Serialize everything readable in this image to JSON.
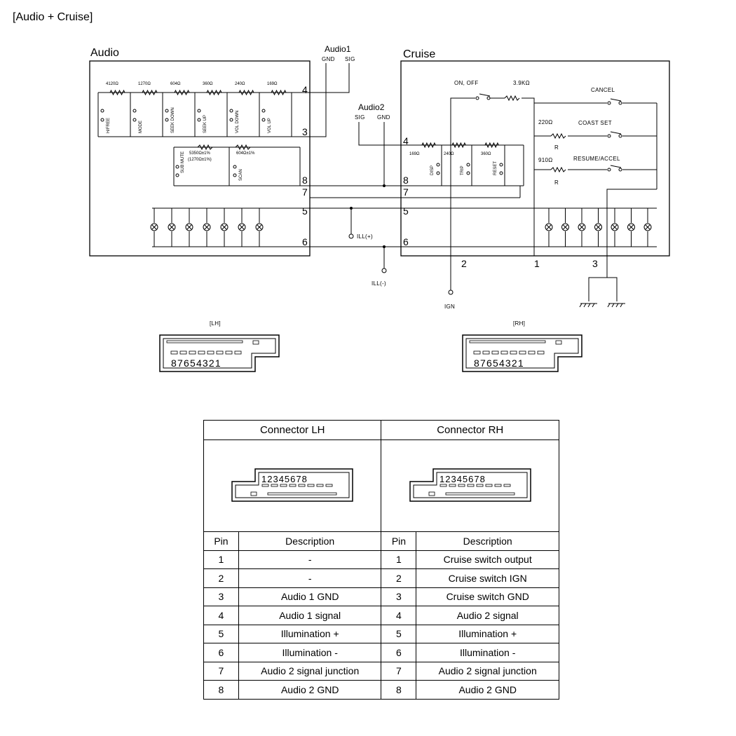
{
  "page_title": "[Audio + Cruise]",
  "audio": {
    "title": "Audio",
    "resistors": [
      "4120Ω",
      "1270Ω",
      "604Ω",
      "360Ω",
      "240Ω",
      "169Ω"
    ],
    "switches": [
      "H/FREE",
      "MODE",
      "SEEK DOWN",
      "SEEK UP",
      "VOL DOWN",
      "VOL UP"
    ],
    "mute_resistor": "5350Ω±1%",
    "mute_resistor_alt": "(1270Ω±1%)",
    "mute_switch": "SUB MUTE",
    "scan_resistor": "604Ω±1%",
    "scan_switch": "SCAN",
    "pins": [
      "4",
      "3",
      "8",
      "7",
      "5",
      "6"
    ]
  },
  "audio1": {
    "title": "Audio1",
    "gnd": "GND",
    "sig": "SIG"
  },
  "audio2": {
    "title": "Audio2",
    "sig": "SIG",
    "gnd": "GND"
  },
  "ill_plus": "ILL(+)",
  "ill_minus": "ILL(-)",
  "ign": "IGN",
  "cruise": {
    "title": "Cruise",
    "on_off": "ON, OFF",
    "on_off_resistor": "3.9KΩ",
    "cancel": "CANCEL",
    "coast_resistor": "220Ω",
    "coast": "COAST SET",
    "resume_resistor": "910Ω",
    "resume": "RESUME/ACCEL",
    "r_mark": "R",
    "resistors": [
      "169Ω",
      "240Ω",
      "360Ω"
    ],
    "switches": [
      "DISP",
      "TRIP",
      "RESET"
    ],
    "pins": [
      "4",
      "8",
      "7",
      "5",
      "6"
    ],
    "bottom_pins": [
      "2",
      "1",
      "3"
    ]
  },
  "lh_label": "[LH]",
  "rh_label": "[RH]",
  "connector_numbers_desc": "87654321",
  "connector_numbers_asc": "12345678",
  "table": {
    "lh_header": "Connector LH",
    "rh_header": "Connector RH",
    "col_pin": "Pin",
    "col_desc": "Description",
    "rows": [
      {
        "pin": "1",
        "lh": "-",
        "rh": "Cruise switch output"
      },
      {
        "pin": "2",
        "lh": "-",
        "rh": "Cruise switch IGN"
      },
      {
        "pin": "3",
        "lh": "Audio 1 GND",
        "rh": "Cruise switch GND"
      },
      {
        "pin": "4",
        "lh": "Audio 1 signal",
        "rh": "Audio 2 signal"
      },
      {
        "pin": "5",
        "lh": "Illumination +",
        "rh": "Illumination +"
      },
      {
        "pin": "6",
        "lh": "Illumination -",
        "rh": "Illumination -"
      },
      {
        "pin": "7",
        "lh": "Audio 2 signal junction",
        "rh": "Audio 2 signal junction"
      },
      {
        "pin": "8",
        "lh": "Audio 2 GND",
        "rh": "Audio 2 GND"
      }
    ]
  }
}
